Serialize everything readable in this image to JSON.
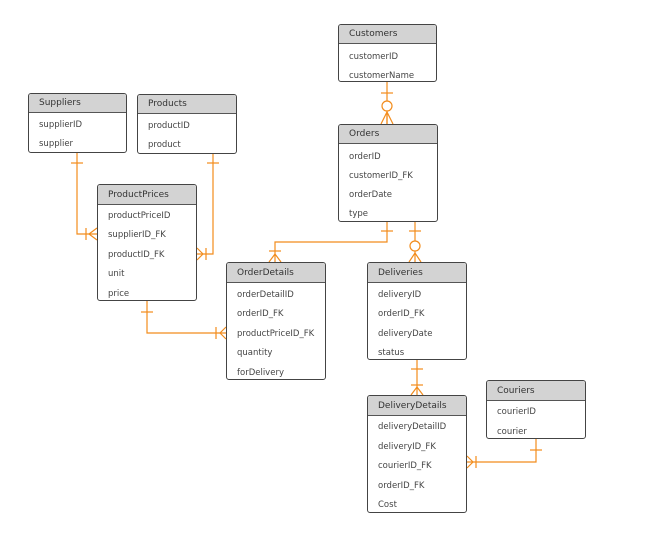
{
  "diagram": {
    "entities": [
      {
        "id": "customers",
        "name": "Customers",
        "fields": [
          "customerID",
          "customerName"
        ]
      },
      {
        "id": "suppliers",
        "name": "Suppliers",
        "fields": [
          "supplierID",
          "supplier"
        ]
      },
      {
        "id": "products",
        "name": "Products",
        "fields": [
          "productID",
          "product"
        ]
      },
      {
        "id": "orders",
        "name": "Orders",
        "fields": [
          "orderID",
          "customerID_FK",
          "orderDate",
          "type"
        ]
      },
      {
        "id": "productprices",
        "name": "ProductPrices",
        "fields": [
          "productPriceID",
          "supplierID_FK",
          "productID_FK",
          "unit",
          "price"
        ]
      },
      {
        "id": "orderdetails",
        "name": "OrderDetails",
        "fields": [
          "orderDetailID",
          "orderID_FK",
          "productPriceID_FK",
          "quantity",
          "forDelivery"
        ]
      },
      {
        "id": "deliveries",
        "name": "Deliveries",
        "fields": [
          "deliveryID",
          "orderID_FK",
          "deliveryDate",
          "status"
        ]
      },
      {
        "id": "couriers",
        "name": "Couriers",
        "fields": [
          "courierID",
          "courier"
        ]
      },
      {
        "id": "deliverydetails",
        "name": "DeliveryDetails",
        "fields": [
          "deliveryDetailID",
          "deliveryID_FK",
          "courierID_FK",
          "orderID_FK",
          "Cost"
        ]
      }
    ],
    "relationships": [
      {
        "from": "customers",
        "to": "orders",
        "from_card": "one",
        "to_card": "zero-or-many"
      },
      {
        "from": "suppliers",
        "to": "productprices",
        "from_card": "one",
        "to_card": "one-or-many"
      },
      {
        "from": "products",
        "to": "productprices",
        "from_card": "one",
        "to_card": "one-or-many"
      },
      {
        "from": "orders",
        "to": "orderdetails",
        "from_card": "one",
        "to_card": "one-or-many"
      },
      {
        "from": "orders",
        "to": "deliveries",
        "from_card": "one",
        "to_card": "zero-or-many"
      },
      {
        "from": "productprices",
        "to": "orderdetails",
        "from_card": "one",
        "to_card": "one-or-many"
      },
      {
        "from": "deliveries",
        "to": "deliverydetails",
        "from_card": "one",
        "to_card": "one-or-many"
      },
      {
        "from": "couriers",
        "to": "deliverydetails",
        "from_card": "one",
        "to_card": "one-or-many"
      }
    ],
    "colors": {
      "relationship": "#f28c1c",
      "header": "#d3d3d3",
      "border": "#444444"
    }
  }
}
